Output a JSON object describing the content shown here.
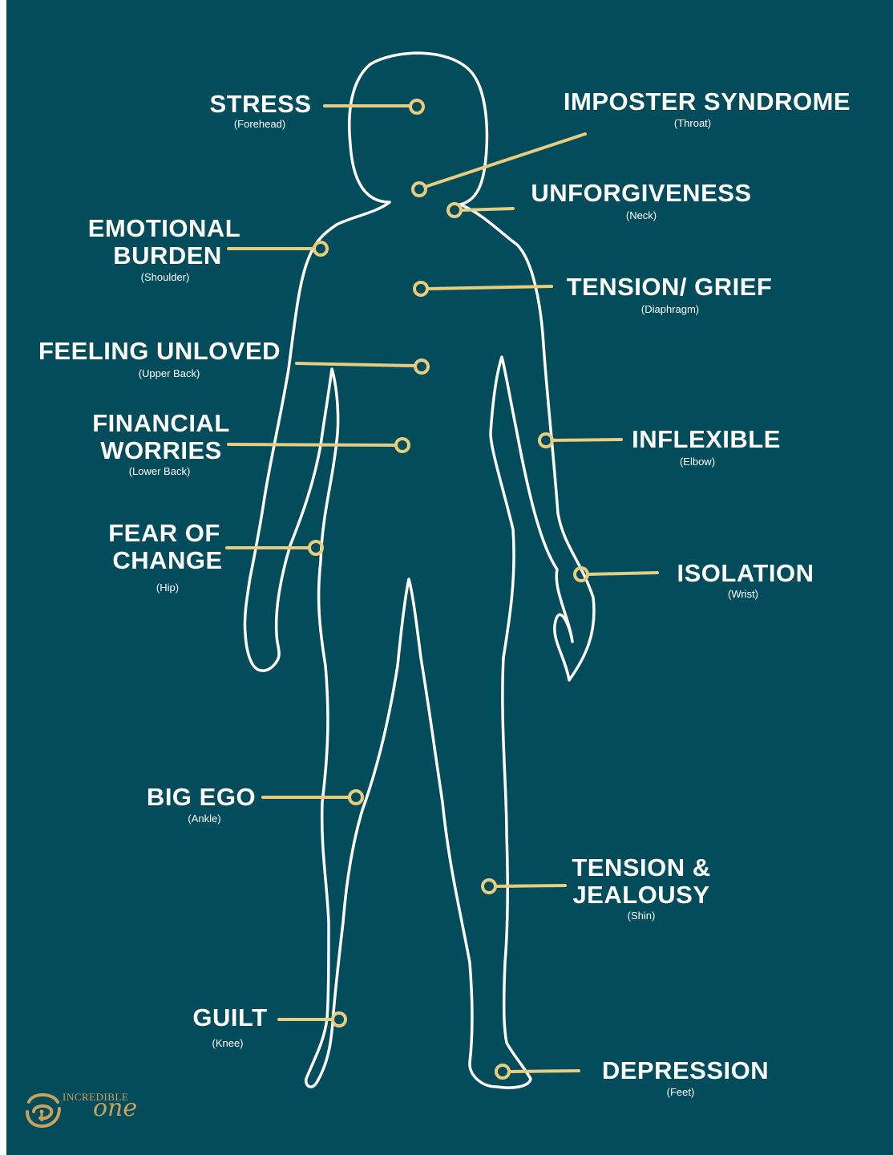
{
  "colors": {
    "background": "#034c5c",
    "outline": "#ffffff",
    "connector": "#e8cd7e",
    "logo_gold": "#c9a25b"
  },
  "labels": {
    "stress": {
      "title": "STRESS",
      "sub": "(Forehead)"
    },
    "imposter": {
      "title": "IMPOSTER SYNDROME",
      "sub": "(Throat)"
    },
    "unforgiveness": {
      "title": "UNFORGIVENESS",
      "sub": "(Neck)"
    },
    "emotional_burden": {
      "title_line1": "EMOTIONAL",
      "title_line2": "BURDEN",
      "sub": "(Shoulder)"
    },
    "tension_grief": {
      "title": "TENSION/ GRIEF",
      "sub": "(Diaphragm)"
    },
    "feeling_unloved": {
      "title": "FEELING UNLOVED",
      "sub": "(Upper Back)"
    },
    "financial_worries": {
      "title_line1": "FINANCIAL",
      "title_line2": "WORRIES",
      "sub": "(Lower Back)"
    },
    "inflexible": {
      "title": "INFLEXIBLE",
      "sub": "(Elbow)"
    },
    "fear_of_change": {
      "title_line1": "FEAR OF",
      "title_line2": "CHANGE",
      "sub": "(Hip)"
    },
    "isolation": {
      "title": "ISOLATION",
      "sub": "(Wrist)"
    },
    "big_ego": {
      "title": "BIG EGO",
      "sub": "(Ankle)"
    },
    "tension_jealousy": {
      "title_line1": "TENSION &",
      "title_line2": "JEALOUSY",
      "sub": "(Shin)"
    },
    "guilt": {
      "title": "GUILT",
      "sub": "(Knee)"
    },
    "depression": {
      "title": "DEPRESSION",
      "sub": "(Feet)"
    }
  },
  "logo": {
    "word1": "INCREDIBLE",
    "word2": "one"
  }
}
